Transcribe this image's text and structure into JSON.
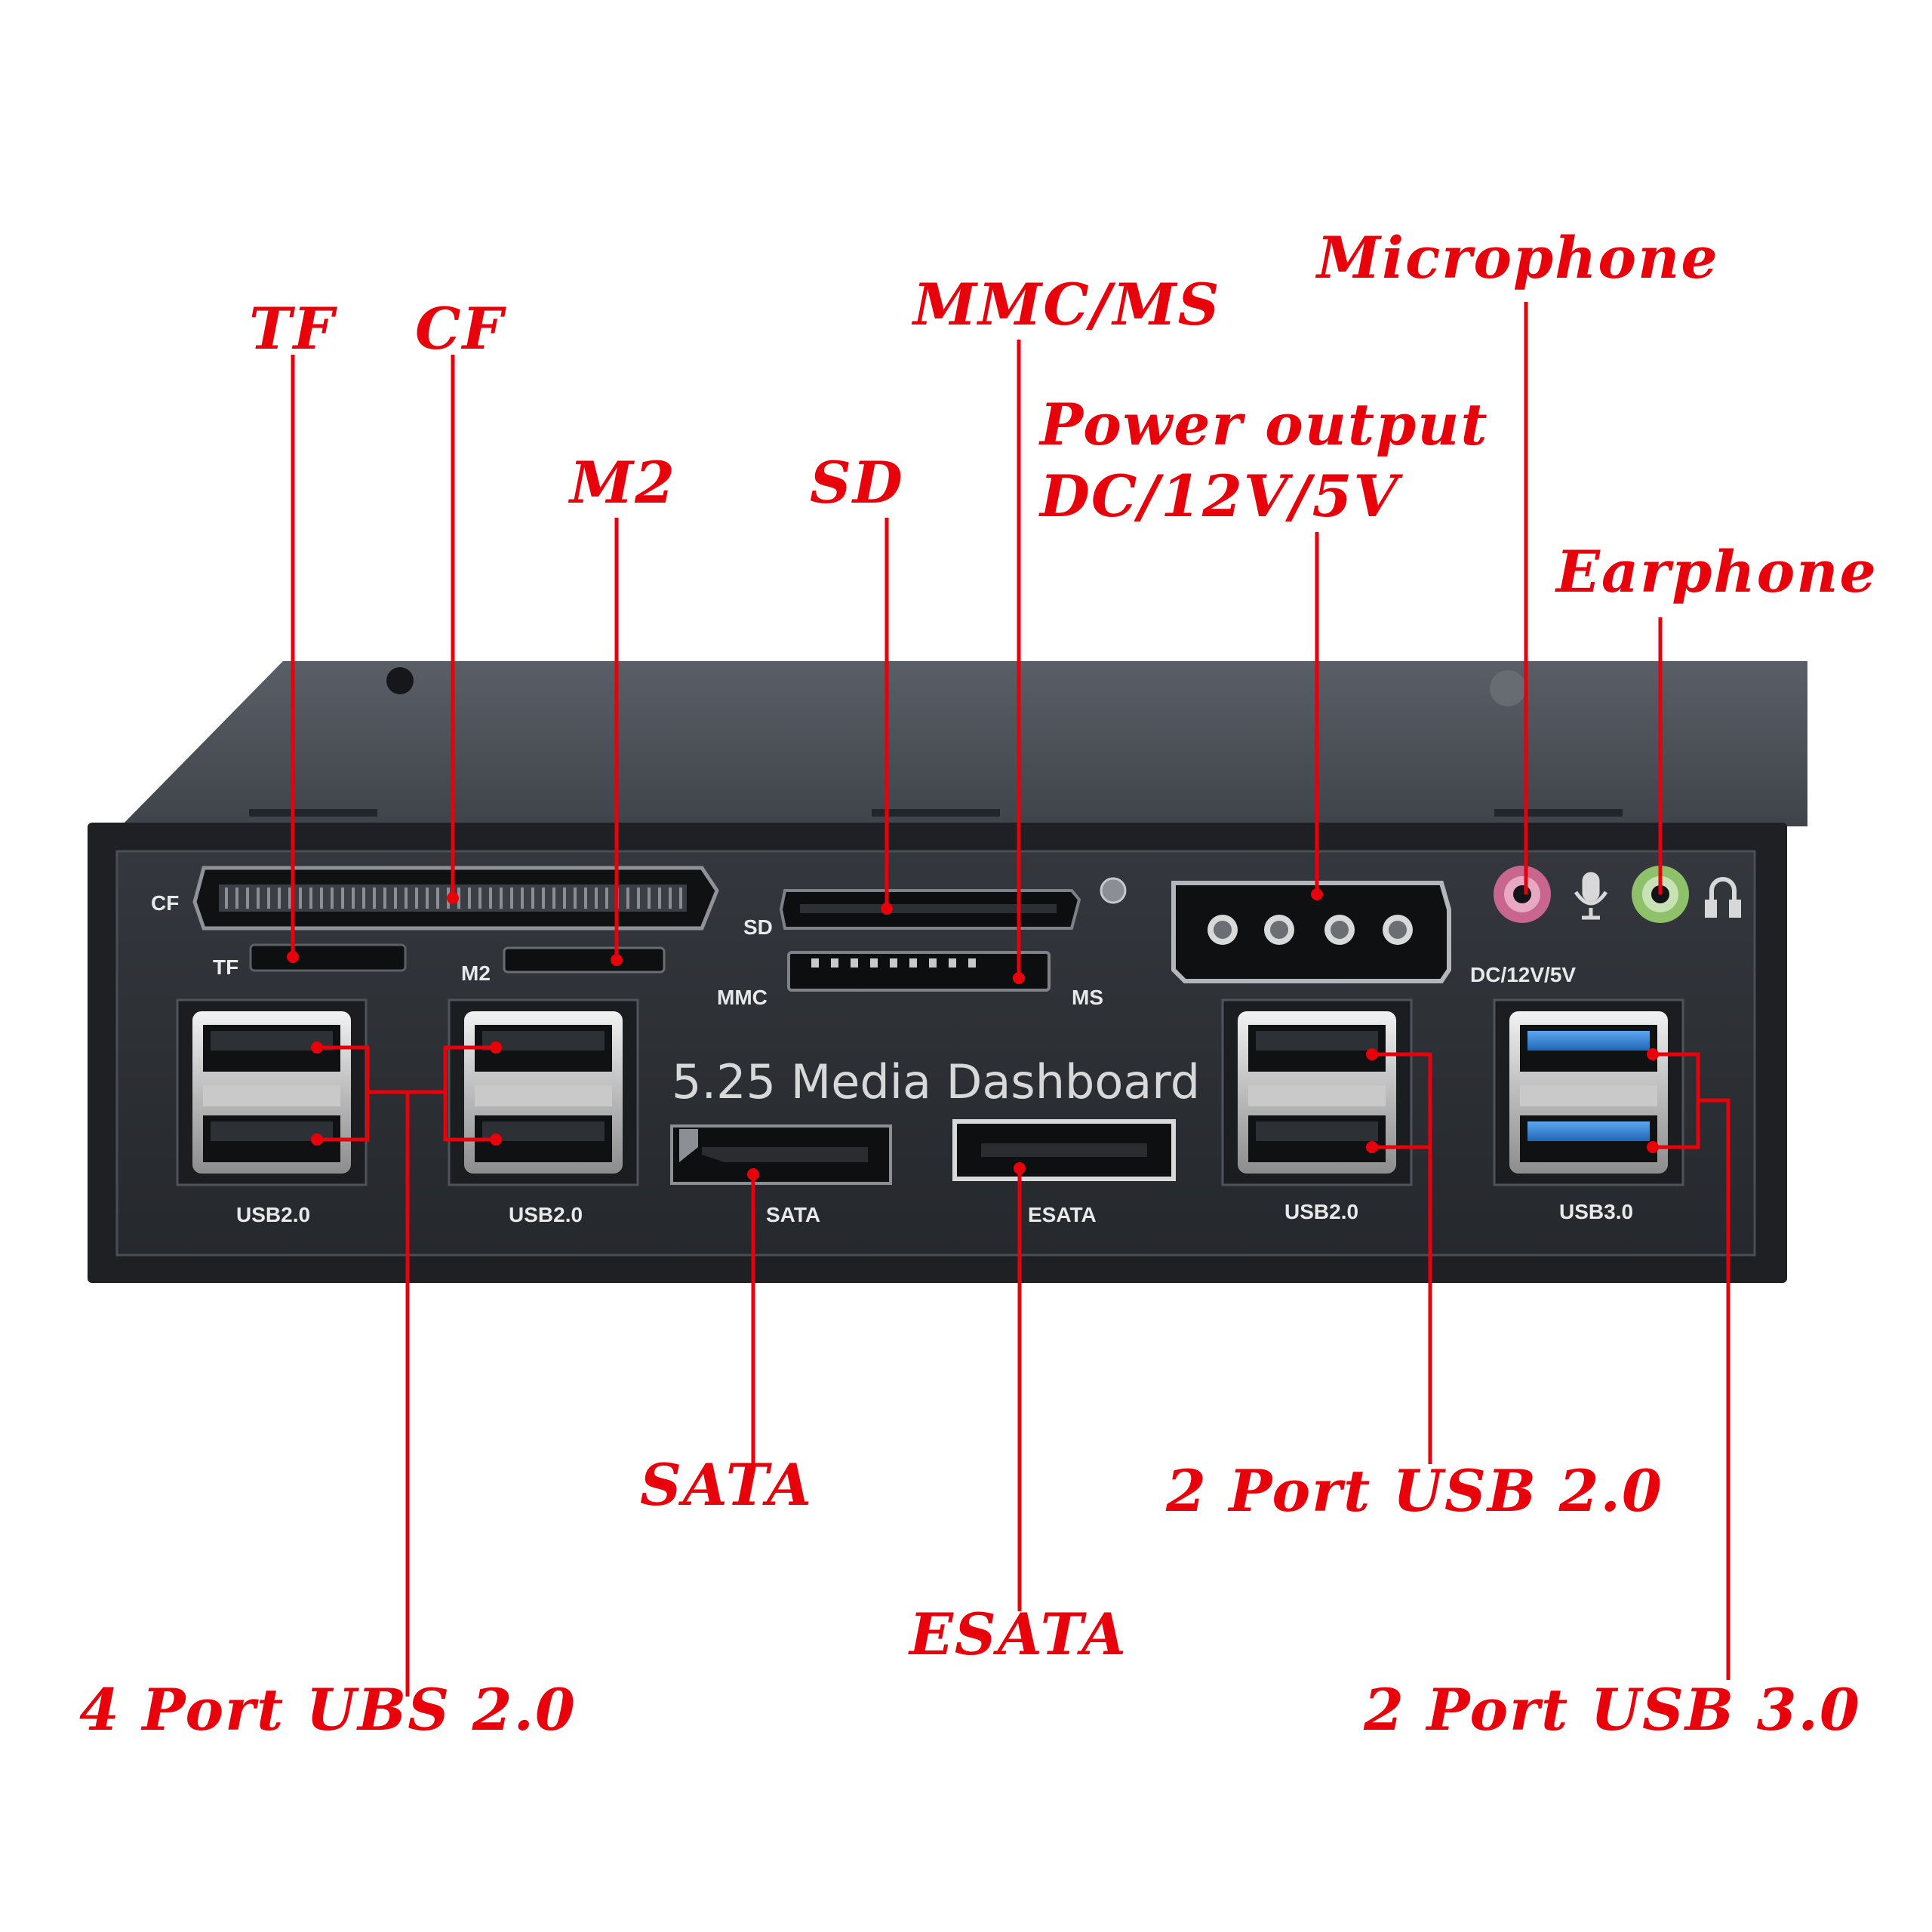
{
  "product": {
    "panel_title": "5.25 Media Dashboard"
  },
  "panel_labels": {
    "cf": "CF",
    "tf": "TF",
    "m2": "M2",
    "sd": "SD",
    "mmc": "MMC",
    "ms": "MS",
    "power": "DC/12V/5V",
    "usb_a": "USB2.0",
    "usb_b": "USB2.0",
    "sata": "SATA",
    "esata": "ESATA",
    "usb_c": "USB2.0",
    "usb3": "USB3.0"
  },
  "callouts": {
    "tf": "TF",
    "cf": "CF",
    "m2": "M2",
    "sd": "SD",
    "mmc_ms": "MMC/MS",
    "power_line1": "Power output",
    "power_line2": "DC/12V/5V",
    "microphone": "Microphone",
    "earphone": "Earphone",
    "sata": "SATA",
    "esata": "ESATA",
    "usb20_2port": "2 Port USB 2.0",
    "usb20_4port": "4 Port UBS 2.0",
    "usb30_2port": "2 Port USB 3.0"
  },
  "colors": {
    "callout_red": "#e8000b",
    "panel_black": "#2d3035",
    "usb3_blue": "#2f7fd6",
    "mic_pink": "#d76e98",
    "earphone_green": "#8cc06a"
  }
}
